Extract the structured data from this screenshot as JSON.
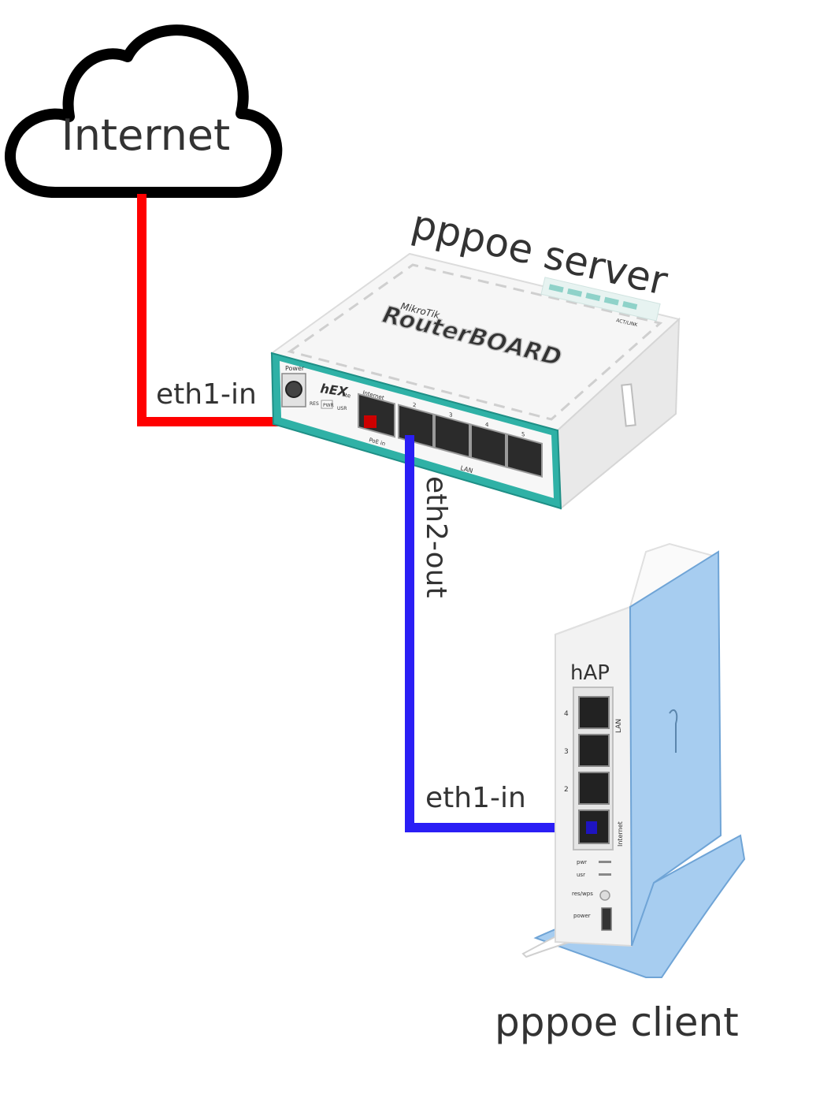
{
  "cloud": {
    "label": "Internet"
  },
  "server": {
    "label": "pppoe server",
    "brand": "MikroTik",
    "model_text": "RouterBOARD",
    "product_name": "hEX",
    "product_suffix": "lite",
    "power_label": "Power",
    "pwr_label": "PWR",
    "usr_label": "USR",
    "res_label": "RES",
    "internet_label": "Internet",
    "poe_label": "PoE in",
    "lan_label": "LAN",
    "port_numbers": [
      "2",
      "3",
      "4",
      "5"
    ],
    "leds_label": "ACT/LINK"
  },
  "client": {
    "label": "pppoe client",
    "model_text": "hAP",
    "port_numbers": [
      "4",
      "3",
      "2"
    ],
    "lan_label": "LAN",
    "internet_label": "Internet",
    "pwr_label": "pwr",
    "usr_label": "usr",
    "reset_label": "res/wps",
    "power_label": "power"
  },
  "links": {
    "wan_in": "eth1-in",
    "out": "eth2-out",
    "client_in": "eth1-in"
  },
  "colors": {
    "wan_cable": "#ff0000",
    "lan_cable": "#2a1ef5",
    "server_accent": "#2fb1a6",
    "client_accent": "#a7cdf0"
  }
}
